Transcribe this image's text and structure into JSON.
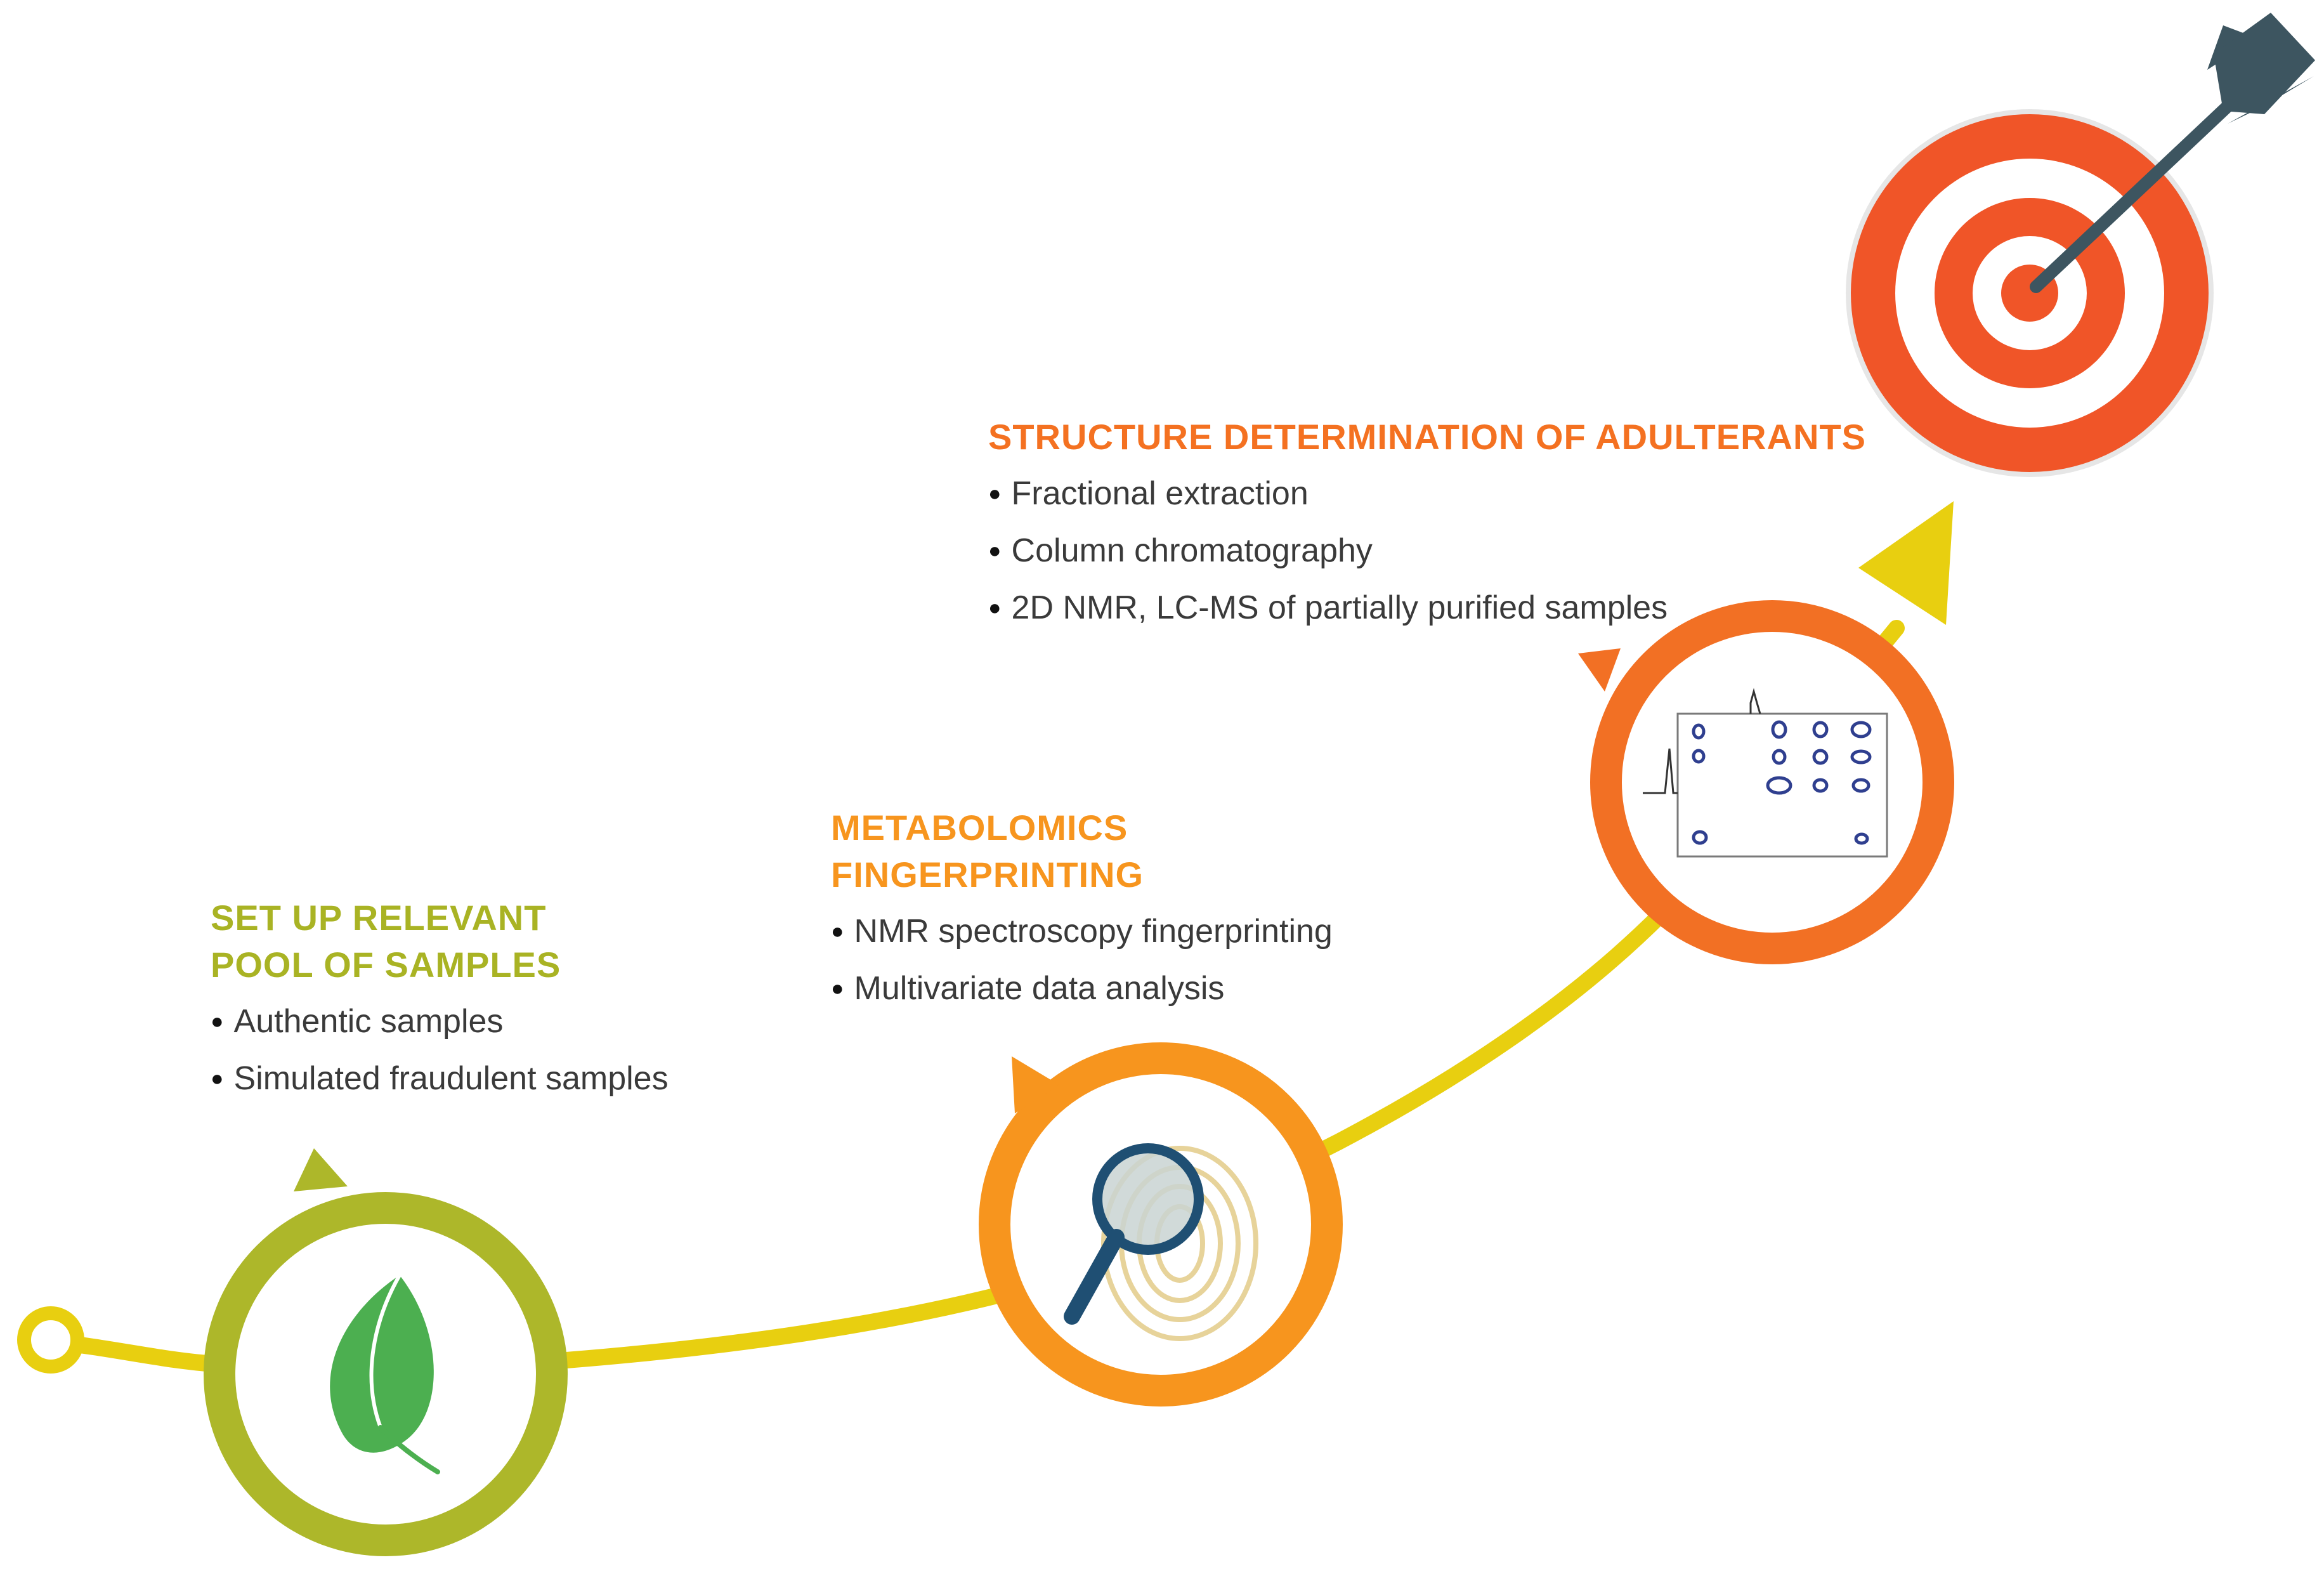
{
  "colors": {
    "path": "#e8cf10",
    "step1": "#adb72a",
    "step2": "#f7951e",
    "step3": "#f27024",
    "target_red": "#f05528",
    "arrow_dark": "#3d5560",
    "leaf_green": "#4caf50",
    "magnifier_blue": "#1f4f73",
    "nmr_blue": "#2f3f8f"
  },
  "steps": [
    {
      "title_lines": [
        "SET UP RELEVANT",
        "POOL OF SAMPLES"
      ],
      "bullets": [
        "Authentic samples",
        "Simulated fraudulent samples"
      ],
      "icon": "leaf-icon"
    },
    {
      "title_lines": [
        "METABOLOMICS",
        "FINGERPRINTING"
      ],
      "bullets": [
        "NMR spectroscopy fingerprinting",
        "Multivariate data analysis"
      ],
      "icon": "magnifier-fingerprint-icon"
    },
    {
      "title_lines": [
        "STRUCTURE DETERMINATION OF ADULTERANTS"
      ],
      "bullets": [
        "Fractional extraction",
        "Column chromatography",
        "2D NMR, LC-MS of partially purified samples"
      ],
      "icon": "nmr-spectrum-icon"
    }
  ],
  "goal_icon": "target-with-dart-icon"
}
